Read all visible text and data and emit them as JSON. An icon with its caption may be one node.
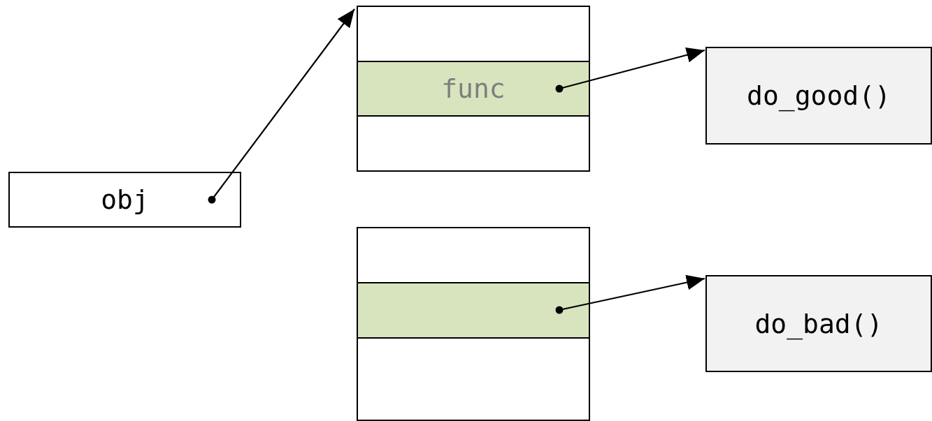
{
  "diagram": {
    "nodes": [
      {
        "text": [
          "obj"
        ]
      },
      {
        "text": [],
        "shape": "box"
      },
      {
        "text": [
          "func"
        ],
        "in": 1
      },
      {
        "text": [
          "do_good()"
        ]
      },
      {
        "text": [],
        "shape": "box"
      },
      {
        "text": [],
        "shape": "box",
        "in": 4
      },
      {
        "text": [
          "do_bad()"
        ]
      }
    ],
    "edges": [
      {
        "from": 0,
        "to": 1,
        "arrow": "to"
      },
      {
        "from": 2,
        "to": 3,
        "arrow": "to"
      },
      {
        "from": 5,
        "to": 6,
        "arrow": "to"
      }
    ]
  }
}
